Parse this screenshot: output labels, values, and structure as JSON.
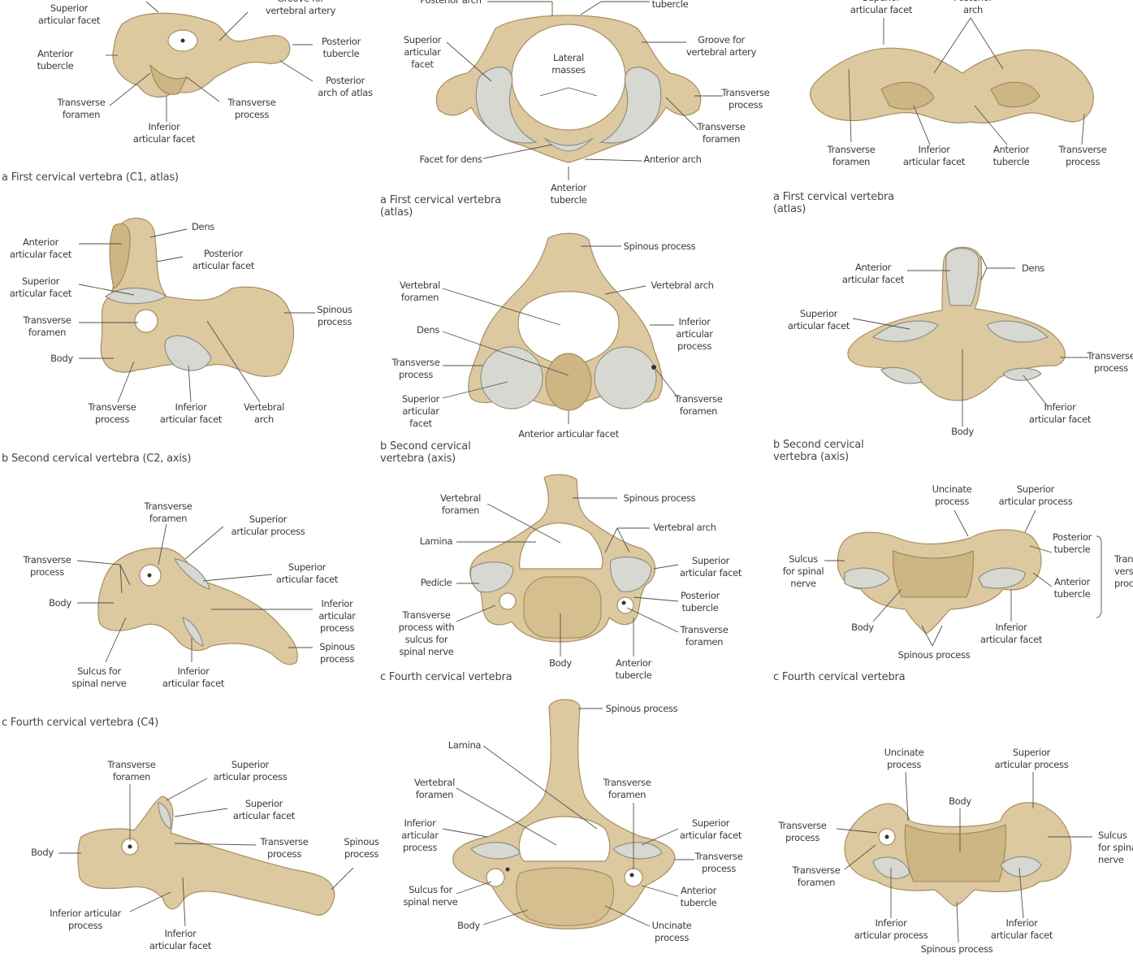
{
  "col1": {
    "a": {
      "labels": [
        "Superior\narticular facet",
        "Groove for\nvertebral artery",
        "Anterior\ntubercle",
        "Posterior\ntubercle",
        "Posterior\narch of atlas",
        "Transverse\nforamen",
        "Transverse\nprocess",
        "Inferior\narticular facet"
      ],
      "caption": "a  First cervical vertebra (C1, atlas)"
    },
    "b": {
      "labels": [
        "Dens",
        "Anterior\narticular facet",
        "Posterior\narticular facet",
        "Superior\narticular facet",
        "Transverse\nforamen",
        "Spinous\nprocess",
        "Body",
        "Transverse\nprocess",
        "Inferior\narticular facet",
        "Vertebral\narch"
      ],
      "caption": "b  Second cervical vertebra (C2, axis)"
    },
    "c": {
      "labels": [
        "Transverse\nforamen",
        "Superior\narticular process",
        "Transverse\nprocess",
        "Superior\narticular facet",
        "Body",
        "Inferior\narticular\nprocess",
        "Spinous\nprocess",
        "Sulcus for\nspinal nerve",
        "Inferior\narticular facet"
      ],
      "caption": "c  Fourth cervical vertebra (C4)"
    },
    "d": {
      "labels": [
        "Transverse\nforamen",
        "Superior\narticular process",
        "Superior\narticular facet",
        "Body",
        "Transverse\nprocess",
        "Spinous\nprocess",
        "Inferior articular\nprocess",
        "Inferior\narticular facet"
      ]
    }
  },
  "col2": {
    "a": {
      "labels": [
        "Posterior arch",
        "Posterior\ntubercle",
        "Superior\narticular\nfacet",
        "Groove for\nvertebral artery",
        "Lateral\nmasses",
        "Transverse\nprocess",
        "Transverse\nforamen",
        "Facet for dens",
        "Anterior arch",
        "Anterior\ntubercle"
      ],
      "caption": "a  First cervical vertebra\n(atlas)"
    },
    "b": {
      "labels": [
        "Spinous process",
        "Vertebral\nforamen",
        "Vertebral arch",
        "Dens",
        "Inferior\narticular\nprocess",
        "Transverse\nprocess",
        "Superior\narticular\nfacet",
        "Transverse\nforamen",
        "Anterior articular facet"
      ],
      "caption": "b  Second cervical\nvertebra (axis)"
    },
    "c": {
      "labels": [
        "Vertebral\nforamen",
        "Spinous process",
        "Lamina",
        "Vertebral arch",
        "Pedicle",
        "Superior\narticular facet",
        "Posterior\ntubercle",
        "Transverse\nprocess with\nsulcus for\nspinal nerve",
        "Transverse\nforamen",
        "Body",
        "Anterior\ntubercle"
      ],
      "caption": "c  Fourth cervical vertebra"
    },
    "d": {
      "labels": [
        "Spinous process",
        "Lamina",
        "Vertebral\nforamen",
        "Transverse\nforamen",
        "Inferior\narticular\nprocess",
        "Superior\narticular facet",
        "Transverse\nprocess",
        "Sulcus for\nspinal nerve",
        "Anterior\ntubercle",
        "Body",
        "Uncinate\nprocess"
      ]
    }
  },
  "col3": {
    "a": {
      "labels": [
        "Superior\narticular facet",
        "Posterior\narch",
        "Transverse\nforamen",
        "Inferior\narticular facet",
        "Anterior\ntubercle",
        "Transverse\nprocess"
      ],
      "caption": "a  First cervical vertebra\n(atlas)"
    },
    "b": {
      "labels": [
        "Anterior\narticular facet",
        "Dens",
        "Superior\narticular facet",
        "Transverse\nprocess",
        "Inferior\narticular facet",
        "Body"
      ],
      "caption": "b  Second cervical\nvertebra (axis)"
    },
    "c": {
      "labels": [
        "Uncinate\nprocess",
        "Superior\narticular process",
        "Sulcus\nfor spinal\nnerve",
        "Posterior\ntubercle",
        "Trans-\nverse\nprocess",
        "Anterior\ntubercle",
        "Body",
        "Inferior\narticular facet",
        "Spinous process"
      ],
      "caption": "c  Fourth cervical vertebra"
    },
    "d": {
      "labels": [
        "Uncinate\nprocess",
        "Superior\narticular process",
        "Body",
        "Transverse\nprocess",
        "Sulcus\nfor spinal\nnerve",
        "Transverse\nforamen",
        "Inferior\narticular process",
        "Inferior\narticular facet",
        "Spinous process"
      ]
    }
  }
}
